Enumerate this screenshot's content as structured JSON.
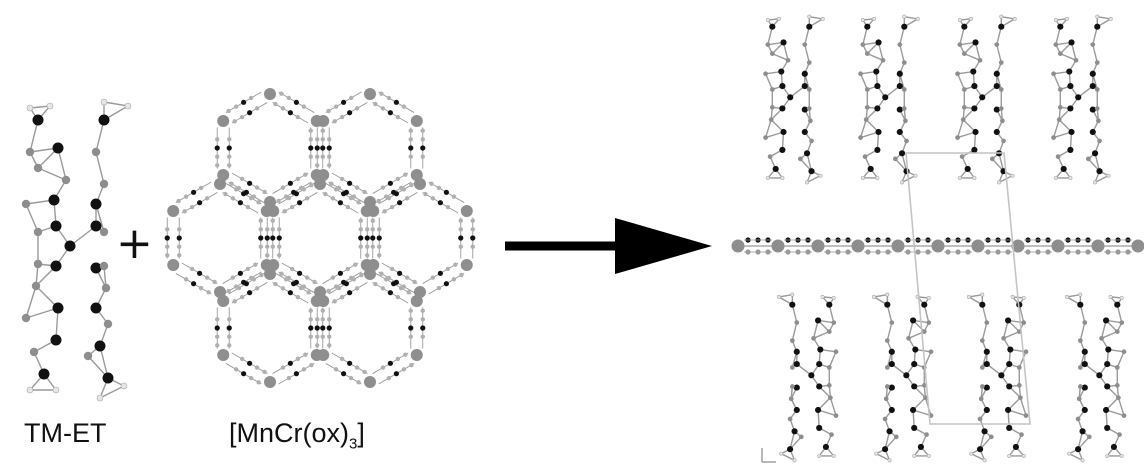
{
  "labels": {
    "molecule": "TM-ET",
    "framework_prefix": "[MnCr(ox)",
    "framework_subscript": "3",
    "framework_suffix": "]",
    "plus": "+"
  },
  "colors": {
    "black_atom": "#111111",
    "grey_atom": "#8e8e8e",
    "hydrogen": "#e6e6e6",
    "bond": "#9a9a9a",
    "arrow": "#000000",
    "cell": "#c4c4c4"
  },
  "scene": {
    "molecule_icon": "tm-et-molecule-icon",
    "framework_icon": "honeycomb-framework-icon",
    "arrow_icon": "right-arrow-icon",
    "crystal_icon": "layered-crystal-structure-icon"
  }
}
